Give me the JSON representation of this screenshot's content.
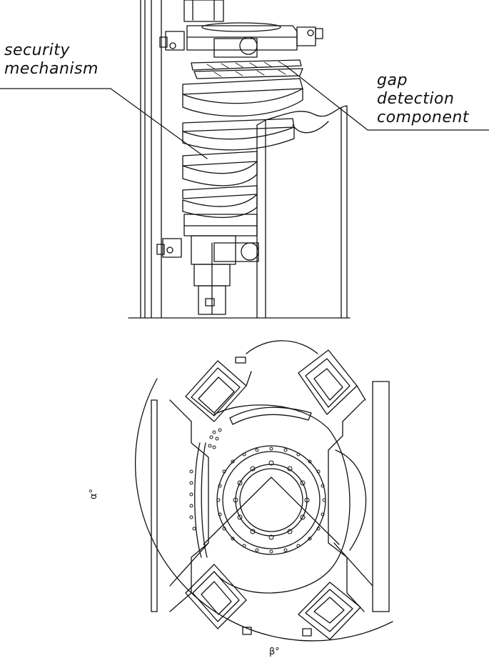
{
  "labels": {
    "security_line1": "security",
    "security_line2": "mechanism",
    "gap_line1": "gap detection",
    "gap_line2": "component"
  },
  "angles": {
    "alpha": "α°",
    "beta": "β°"
  },
  "colors": {
    "stroke": "#111111",
    "background": "#ffffff"
  }
}
